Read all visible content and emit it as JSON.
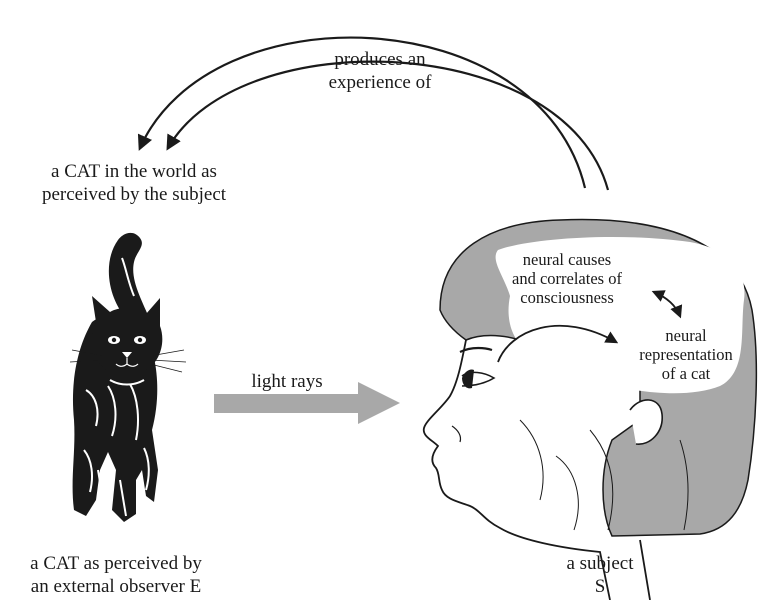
{
  "colors": {
    "ink": "#1a1a1a",
    "hair_gray": "#a8a8a8",
    "arrow_gray": "#a8a8a8",
    "brain_white": "#ffffff"
  },
  "labels": {
    "produces": [
      "produces an",
      "experience of"
    ],
    "cat_world": [
      "a CAT in the world as",
      "perceived by the subject"
    ],
    "light_rays": "light rays",
    "brain_causes": [
      "neural causes",
      "and correlates of",
      "consciousness"
    ],
    "brain_representation": [
      "neural",
      "representation",
      "of a cat"
    ],
    "cat_external": [
      "a CAT as perceived by",
      "an external observer E"
    ],
    "subject": [
      "a subject",
      "S"
    ]
  },
  "icons": {
    "cat": "cat-illustration",
    "head": "human-head-profile"
  }
}
